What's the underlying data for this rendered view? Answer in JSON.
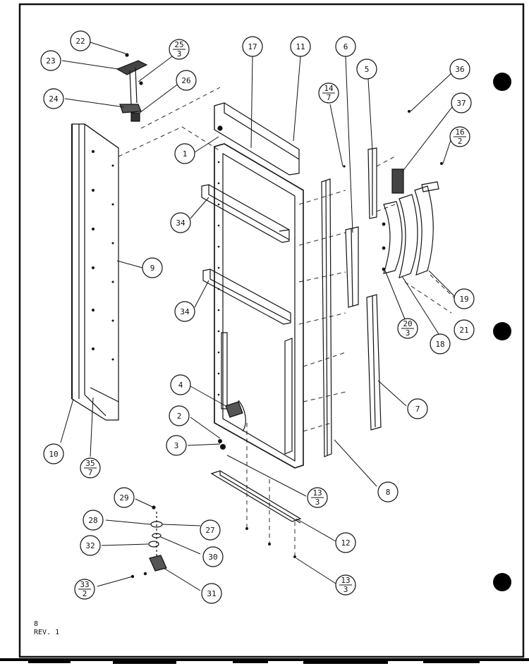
{
  "callouts": [
    {
      "id": "c22",
      "main": "22"
    },
    {
      "id": "c23",
      "main": "23"
    },
    {
      "id": "c24",
      "main": "24"
    },
    {
      "id": "c25",
      "main": "25",
      "sub": "3"
    },
    {
      "id": "c26",
      "main": "26"
    },
    {
      "id": "c17",
      "main": "17"
    },
    {
      "id": "c11",
      "main": "11"
    },
    {
      "id": "c6",
      "main": "6"
    },
    {
      "id": "c5",
      "main": "5"
    },
    {
      "id": "c36",
      "main": "36"
    },
    {
      "id": "c37",
      "main": "37"
    },
    {
      "id": "c14",
      "main": "14",
      "sub": "7"
    },
    {
      "id": "c16",
      "main": "16",
      "sub": "2"
    },
    {
      "id": "c1",
      "main": "1"
    },
    {
      "id": "c9",
      "main": "9"
    },
    {
      "id": "c34a",
      "main": "34"
    },
    {
      "id": "c34b",
      "main": "34"
    },
    {
      "id": "c19",
      "main": "19"
    },
    {
      "id": "c20",
      "main": "20",
      "sub": "3"
    },
    {
      "id": "c21",
      "main": "21"
    },
    {
      "id": "c18",
      "main": "18"
    },
    {
      "id": "c4",
      "main": "4"
    },
    {
      "id": "c2",
      "main": "2"
    },
    {
      "id": "c3",
      "main": "3"
    },
    {
      "id": "c7",
      "main": "7"
    },
    {
      "id": "c10",
      "main": "10"
    },
    {
      "id": "c35",
      "main": "35",
      "sub": "7"
    },
    {
      "id": "c13a",
      "main": "13",
      "sub": "3"
    },
    {
      "id": "c8",
      "main": "8"
    },
    {
      "id": "c29",
      "main": "29"
    },
    {
      "id": "c28",
      "main": "28"
    },
    {
      "id": "c27",
      "main": "27"
    },
    {
      "id": "c32",
      "main": "32"
    },
    {
      "id": "c30",
      "main": "30"
    },
    {
      "id": "c12",
      "main": "12"
    },
    {
      "id": "c33",
      "main": "33",
      "sub": "2"
    },
    {
      "id": "c31",
      "main": "31"
    },
    {
      "id": "c13b",
      "main": "13",
      "sub": "3"
    }
  ],
  "footer": {
    "page": "8",
    "revision": "REV. 1"
  }
}
